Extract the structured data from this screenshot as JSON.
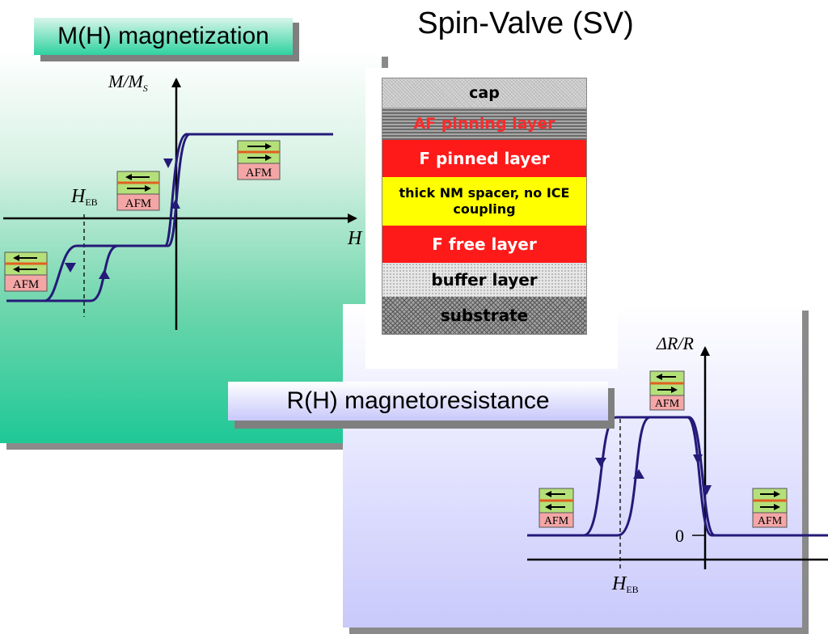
{
  "header": {
    "title": "Spin-Valve (SV)"
  },
  "mh_panel": {
    "title": "M(H) magnetization",
    "y_axis_label": "M/M",
    "y_axis_sub": "S",
    "x_axis_label": "H",
    "heb_label": "H",
    "heb_sub": "EB",
    "afm_label": "AFM"
  },
  "rh_panel": {
    "title": "R(H) magnetoresistance",
    "y_axis_label": "ΔR/R",
    "zero_label": "0",
    "heb_label": "H",
    "heb_sub": "EB",
    "afm_label": "AFM"
  },
  "layer_stack": [
    {
      "label": "cap",
      "style": "hatch-light",
      "color": "#000000"
    },
    {
      "label": "AF pinning layer",
      "style": "hatch-mid",
      "color": "#ff2a2a"
    },
    {
      "label": "F pinned layer",
      "style": "solid",
      "fill": "#ff1a1a",
      "color": "#ffffff"
    },
    {
      "label": "thick NM spacer, no ICE coupling",
      "style": "solid",
      "fill": "#ffff00",
      "color": "#000000"
    },
    {
      "label": "F free layer",
      "style": "solid",
      "fill": "#ff1a1a",
      "color": "#ffffff"
    },
    {
      "label": "buffer layer",
      "style": "dotted",
      "color": "#000000"
    },
    {
      "label": "substrate",
      "style": "hatch-dark",
      "color": "#000000"
    }
  ],
  "colors": {
    "curve": "#241a78",
    "layer_red": "#ff1a1a",
    "layer_yellow": "#ffff00",
    "afm_box": "#f4a6a6",
    "f_box": "#b4e07a",
    "orange_line": "#e06020"
  }
}
